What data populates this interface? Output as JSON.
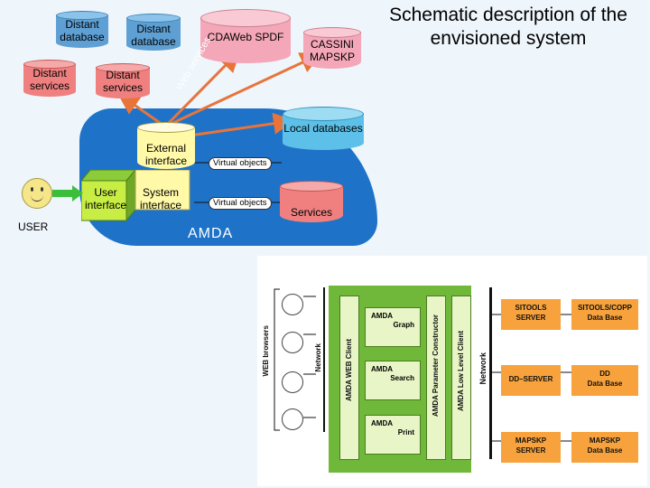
{
  "title": "Schematic description of the envisioned system",
  "cylinders": {
    "distant_db_1": "Distant database",
    "distant_db_2": "Distant database",
    "distant_services_1": "Distant services",
    "distant_services_2": "Distant services",
    "cdaweb": "CDAWeb SPDF",
    "cassini": "CASSINI MAPSKP",
    "local_db": "Local databases",
    "services": "Services"
  },
  "web_services": "Web services",
  "external_interface": "External interface",
  "user_interface": "User interface",
  "system_interface": "System interface",
  "virtual_objects_1": "Virtual objects",
  "virtual_objects_2": "Virtual objects",
  "user": "USER",
  "amda": "AMDA",
  "lower": {
    "web_browsers": "WEB browsers",
    "network_left": "Network",
    "amda_web_client": "AMDA WEB Client",
    "graph": [
      "AMDA",
      "Graph"
    ],
    "search": [
      "AMDA",
      "Search"
    ],
    "print": [
      "AMDA",
      "Print"
    ],
    "param_constructor": "AMDA Parameter Constructor",
    "low_level_client": "AMDA Low Level Client",
    "network_right": "Network",
    "sitools_server": [
      "SITOOLS",
      "SERVER"
    ],
    "sitools_copp": [
      "SITOOLS/COPP",
      "Data Base"
    ],
    "dd_server": "DD–SERVER",
    "dd_database": [
      "DD",
      "Data Base"
    ],
    "mapskp_server": [
      "MAPSKP",
      "SERVER"
    ],
    "mapskp_database": [
      "MAPSKP",
      "Data Base"
    ]
  },
  "colors": {
    "blob": "#1e73c8",
    "green": "#6fb83a",
    "orange": "#f7a23c",
    "distant_db": "#5fa0d4",
    "distant_services": "#f08080",
    "arrow": "#e8743a"
  }
}
